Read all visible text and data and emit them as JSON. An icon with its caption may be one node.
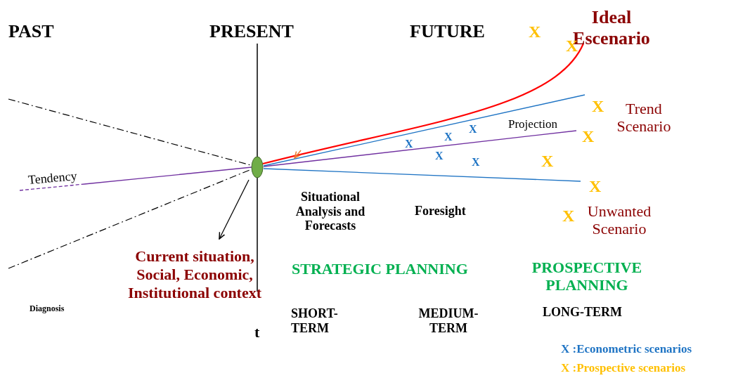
{
  "diagram": {
    "nodes": [
      {
        "text": [],
        "shape": "circle"
      },
      {
        "text": [
          "Current situation, Social, Economic, Institutional context"
        ]
      }
    ],
    "edges": [
      {
        "from": 0,
        "to": 1,
        "arrow": "to"
      }
    ],
    "labels": [
      "PAST",
      "PRESENT",
      "FUTURE",
      "X",
      "Ideal Escenario",
      "X",
      "X",
      "Trend Scenario",
      "X",
      "Projection",
      "X",
      "X",
      "X",
      "X",
      "X",
      "X",
      "Tendency",
      "X",
      "Situational Analysis and Forecasts",
      "Foresight",
      "X",
      "Unwanted Scenario",
      "STRATEGIC PLANNING",
      "PROSPECTIVE PLANNING",
      "Diagnosis",
      "SHORT-TERM",
      "MEDIUM-TERM",
      "LONG-TERM",
      "t"
    ],
    "legend": [
      {
        "text": "X :Econometric scenarios",
        "color": "#1f74c4"
      },
      {
        "text": "X :Prospective scenarios",
        "color": "#ffc000"
      }
    ]
  }
}
